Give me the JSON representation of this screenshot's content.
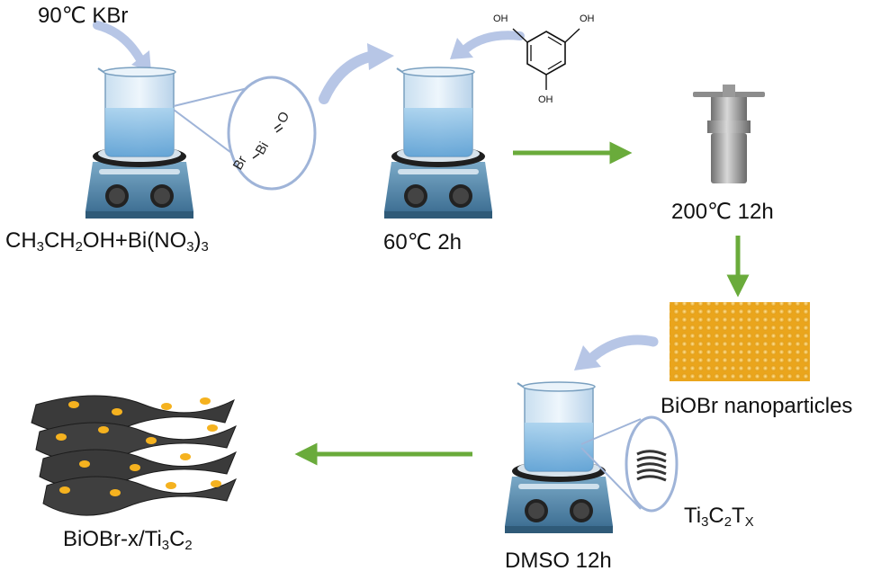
{
  "labels": {
    "step1_conditions": "90℃ KBr",
    "step1_reagents": [
      "CH",
      "3",
      "CH",
      "2",
      "OH+Bi(NO",
      "3",
      ")",
      "3"
    ],
    "step2": "60℃ 2h",
    "step3": "200℃ 12h",
    "step4": "BiOBr nanoparticles",
    "step5": "DMSO 12h",
    "mxene": [
      "Ti",
      "3",
      "C",
      "2",
      "T",
      "X"
    ],
    "product": [
      "BiOBr-x/Ti",
      "3",
      "C",
      "2"
    ]
  },
  "bioBr_structure": {
    "br": "Br",
    "bi": "Bi",
    "o": "O"
  },
  "phloroglucinol": {
    "oh": "OH"
  },
  "colors": {
    "process_arrow": "#6aab3b",
    "curved_arrow": "#b7c6e6",
    "beaker_liquid": "#8dbfe4",
    "stirrer_base": "#5d8fae",
    "nanoparticles": "#e7a11a",
    "mxene_sheet": "#3a3a3a",
    "particles_on_sheet": "#f5b21f"
  }
}
